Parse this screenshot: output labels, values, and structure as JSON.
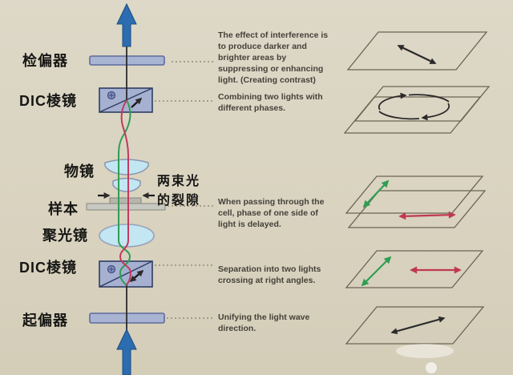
{
  "colors": {
    "background": "#d9d3c0",
    "plate_fill": "#a9b4d3",
    "plate_border": "#5d6b9d",
    "prism_fill": "#a6b1d1",
    "prism_border": "#2e3d63",
    "lens_fill": "#c3e6f3",
    "lens_border": "#8b97ae",
    "beam_green": "#2f9e54",
    "beam_red": "#c0394e",
    "arrow_blue": "#2c6cb0",
    "plane_stroke": "#6c6455",
    "text_dark": "#45413a"
  },
  "left_labels": [
    {
      "id": "analyzer",
      "text": "检偏器"
    },
    {
      "id": "dic-prism-upper",
      "text": "DIC棱镜"
    },
    {
      "id": "objective",
      "text": "物镜"
    },
    {
      "id": "specimen",
      "text": "样本"
    },
    {
      "id": "condenser",
      "text": "聚光镜"
    },
    {
      "id": "dic-prism-lower",
      "text": "DIC棱镜"
    },
    {
      "id": "polarizer",
      "text": "起偏器"
    }
  ],
  "slit_label": {
    "line1": "两束光",
    "line2": "的裂隙"
  },
  "annotations": [
    {
      "lines": [
        "The effect of interference is",
        "to produce darker and",
        "brighter areas by",
        "suppressing or enhancing",
        "light. (Creating contrast)"
      ]
    },
    {
      "lines": [
        "Combining two lights with",
        "different phases."
      ]
    },
    {
      "lines": [
        "When passing through the",
        "cell, phase of one side of",
        "light is delayed."
      ]
    },
    {
      "lines": [
        "Separation into two lights",
        "crossing at right angles."
      ]
    },
    {
      "lines": [
        "Unifying the light wave",
        "direction."
      ]
    }
  ],
  "planes": [
    {
      "id": "plane-after-analyzer",
      "desc": "single black diagonal double-headed arrow"
    },
    {
      "id": "plane-after-upper-prism",
      "desc": "elliptical rotation arrows on two stacked planes"
    },
    {
      "id": "plane-after-specimen",
      "desc": "green diagonal arrow and red horizontal arrow on two offset planes"
    },
    {
      "id": "plane-after-lower-prism",
      "desc": "green diagonal arrow and red horizontal arrow on one plane"
    },
    {
      "id": "plane-after-polarizer",
      "desc": "single black diagonal double-headed arrow"
    }
  ]
}
